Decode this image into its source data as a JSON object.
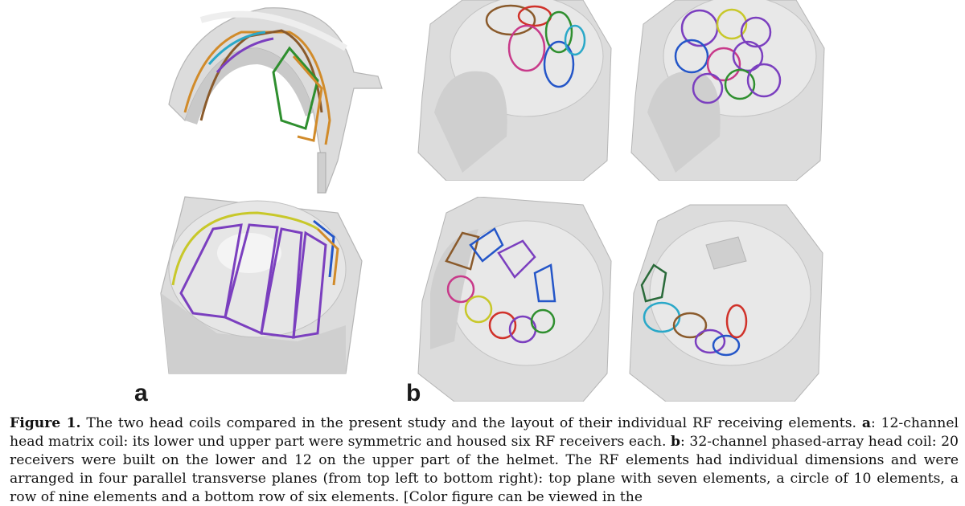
{
  "figure": {
    "panels": [
      {
        "id": "a",
        "label": "a"
      },
      {
        "id": "b",
        "label": "b"
      }
    ],
    "colors": {
      "housing": "#dcdcdc",
      "housing_shadow": "#bdbdbd",
      "housing_light": "#eeeeee",
      "coil_colors": [
        "#7b3fbf",
        "#2f8f2f",
        "#d18b2a",
        "#2aa8c8",
        "#8a5a2b",
        "#2456c8",
        "#c8c82a",
        "#c83a8a",
        "#d0322a",
        "#2a8a6a"
      ]
    }
  },
  "caption": {
    "figure_label": "Figure 1.",
    "intro": " The two head coils compared in the present study and the layout of their individual RF receiving elements. ",
    "a_marker": "a",
    "a_text": ": 12-channel head matrix coil: its lower und upper part were symmetric and housed six RF receivers each. ",
    "b_marker": "b",
    "b_text": ": 32-channel phased-array head coil: 20 receivers were built on the lower and 12 on the upper part of the helmet. The RF elements had individual dimensions and were arranged in four parallel transverse planes (from top left to bottom right): top plane with seven elements, a circle of 10 elements, a row of nine elements and a bottom row of six elements. [Color figure can be viewed in the"
  }
}
